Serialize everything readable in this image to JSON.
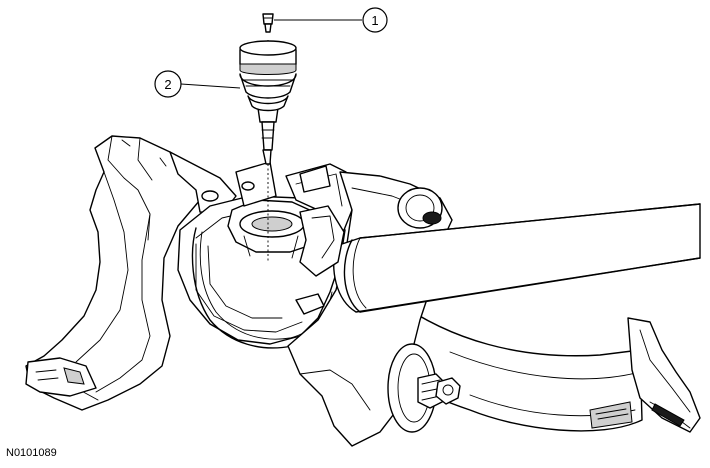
{
  "callouts": [
    {
      "label": "1"
    },
    {
      "label": "2"
    }
  ],
  "figure_code": "N0101089"
}
